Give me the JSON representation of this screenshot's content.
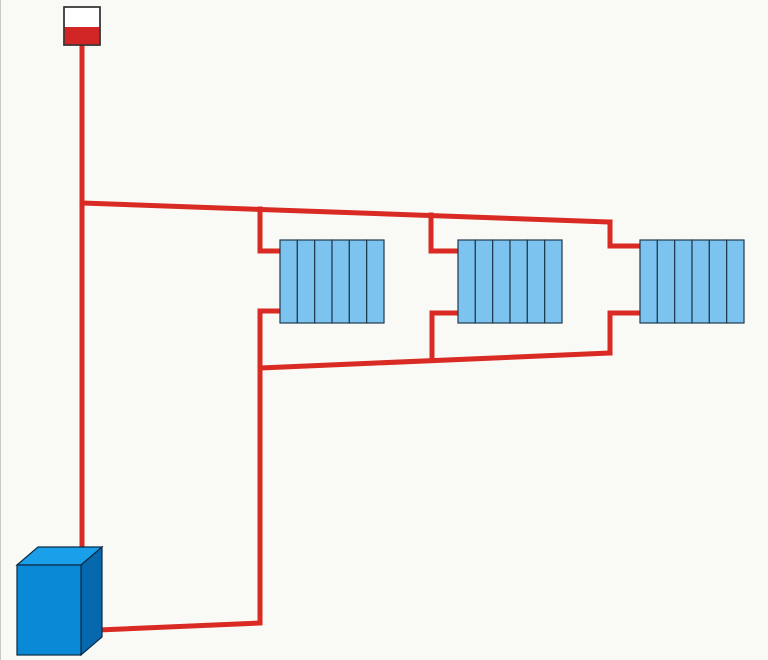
{
  "diagram": {
    "kind": "heating-system-schematic",
    "components": {
      "expansion_tank": "expansion-tank",
      "boiler": "boiler",
      "radiators": [
        "radiator-1",
        "radiator-2",
        "radiator-3"
      ],
      "radiator_sections": 6
    },
    "colors": {
      "background": "#f9faf5",
      "pipe": "#d92a23",
      "tank_fill": "#d22626",
      "tank_outline": "#333333",
      "radiator_fill": "#7cc3ef",
      "radiator_outline": "#1f3a4e",
      "boiler_front": "#0a8ad6",
      "boiler_top": "#1aa0ea",
      "boiler_side": "#0669ad",
      "boiler_outline": "#0b2a44"
    }
  }
}
